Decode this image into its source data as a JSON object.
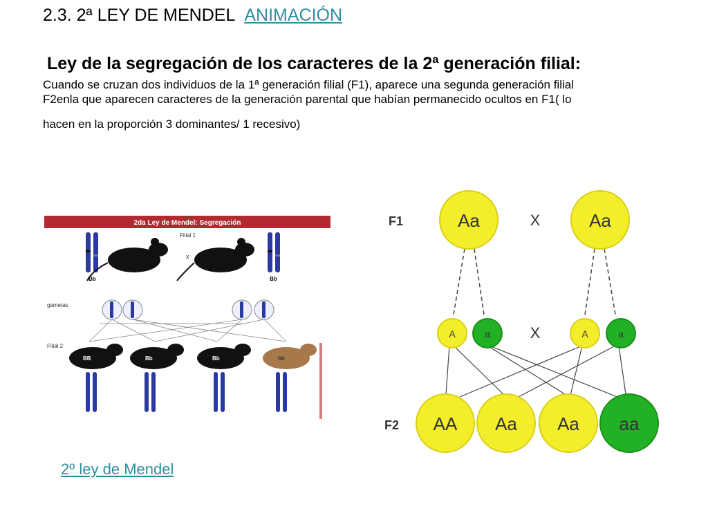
{
  "header": {
    "section": "2.3. 2ª LEY DE MENDEL",
    "anim_link": "ANIMACIÓN"
  },
  "subtitle": "Ley de la segregación de los caracteres de la 2ª generación filial:",
  "body": {
    "line1": "Cuando se cruzan dos individuos de la 1ª generación filial (F1), aparece una segunda generación filial",
    "line2": "F2enla que aparecen caracteres de la generación parental que habían permanecido ocultos en F1( lo",
    "line3": "hacen en la proporción 3 dominantes/ 1 recesivo)"
  },
  "mouse_figure": {
    "title": "2da Ley de Mendel: Segregación",
    "filial1": "Filial 1",
    "cross": "x",
    "gametes": "gametas",
    "filial2": "Filial 2",
    "parent_left": "Bb",
    "parent_right": "Bb",
    "offspring": [
      "BB",
      "Bb",
      "Bb",
      "bb"
    ]
  },
  "punnett": {
    "f1_label": "F1",
    "f2_label": "F2",
    "cross": "X",
    "parents": [
      "Aa",
      "Aa"
    ],
    "gametes": [
      "A",
      "a",
      "A",
      "a"
    ],
    "offspring": [
      "AA",
      "Aa",
      "Aa",
      "aa"
    ],
    "colors": {
      "dominant": "#f4ee2a",
      "recessive": "#22b024"
    }
  },
  "footer_link": "2º ley de Mendel"
}
